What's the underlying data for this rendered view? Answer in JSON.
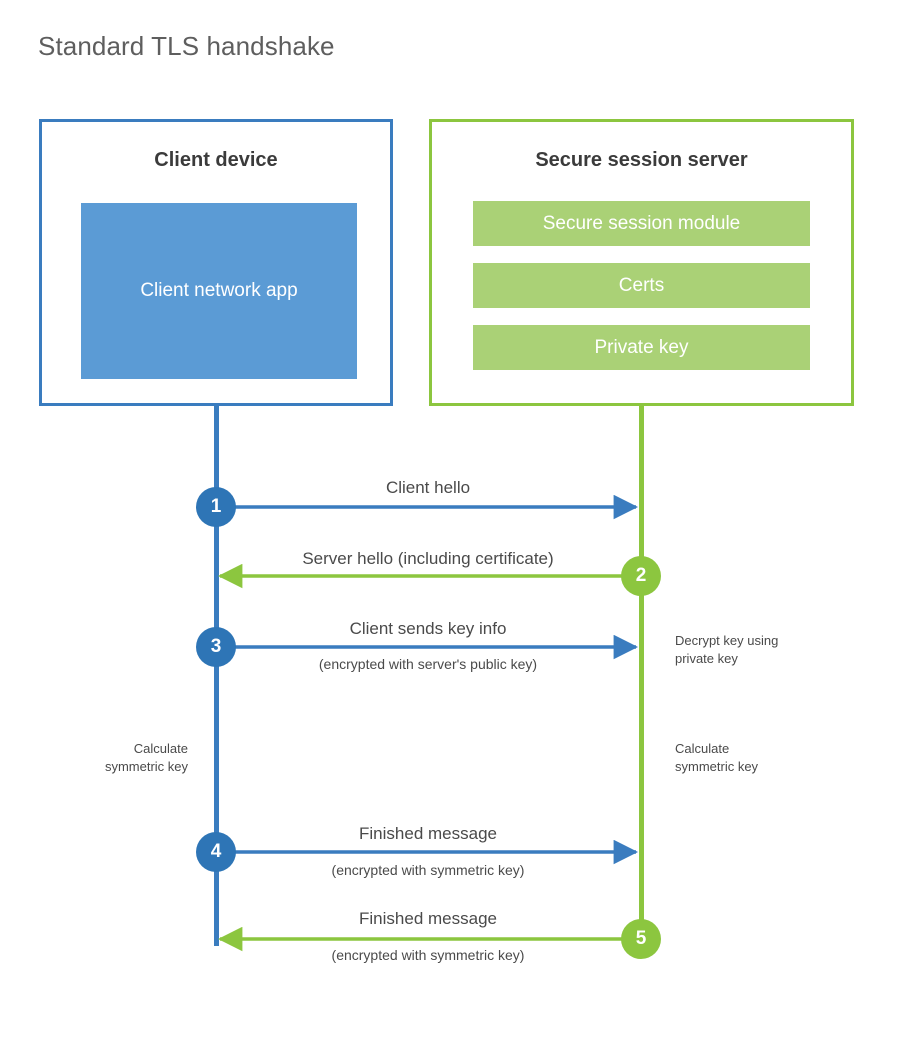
{
  "page": {
    "title": "Standard TLS handshake",
    "background": "#ffffff"
  },
  "colors": {
    "client_blue": "#3a7cbf",
    "client_block_blue": "#5b9bd5",
    "client_circle_blue": "#2e75b6",
    "server_green": "#8cc63f",
    "server_block_green": "#aad176",
    "text_gray": "#4a4a4a",
    "title_gray": "#5e5e5e",
    "heading_gray": "#3b3b3b"
  },
  "client": {
    "title": "Client device",
    "app_label": "Client network app"
  },
  "server": {
    "title": "Secure session server",
    "blocks": [
      {
        "label": "Secure session module"
      },
      {
        "label": "Certs"
      },
      {
        "label": "Private key"
      }
    ]
  },
  "steps": [
    {
      "number": "1",
      "owner": "client",
      "direction": "to-server",
      "main": "Client hello",
      "sub": ""
    },
    {
      "number": "2",
      "owner": "server",
      "direction": "to-client",
      "main": "Server hello (including certificate)",
      "sub": ""
    },
    {
      "number": "3",
      "owner": "client",
      "direction": "to-server",
      "main": "Client sends key info",
      "sub": "(encrypted with server's public key)"
    },
    {
      "number": "4",
      "owner": "client",
      "direction": "to-server",
      "main": "Finished message",
      "sub": "(encrypted with symmetric key)"
    },
    {
      "number": "5",
      "owner": "server",
      "direction": "to-client",
      "main": "Finished message",
      "sub": "(encrypted with symmetric key)"
    }
  ],
  "annotations": {
    "server_decrypt": "Decrypt key using\nprivate key",
    "client_calculate": "Calculate\nsymmetric key",
    "server_calculate": "Calculate\nsymmetric key"
  }
}
